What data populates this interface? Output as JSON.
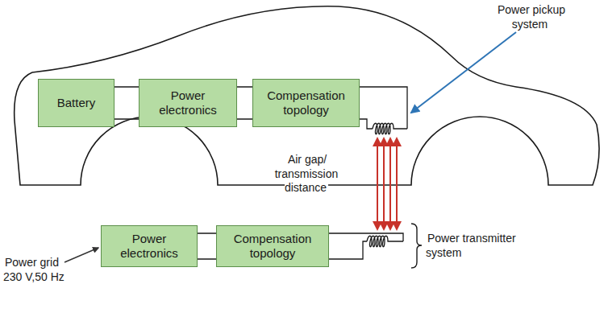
{
  "diagram": {
    "nodes": [
      {
        "text": [
          "Battery"
        ]
      },
      {
        "text": [
          "Power electronics"
        ]
      },
      {
        "text": [
          "Compensation topology"
        ]
      },
      {
        "text": [
          "Power electronics"
        ]
      },
      {
        "text": [
          "Compensation topology"
        ]
      }
    ],
    "edges": [
      {
        "from": 0,
        "to": 1,
        "arrow": "none"
      },
      {
        "from": 1,
        "to": 2,
        "arrow": "none"
      },
      {
        "from": 3,
        "to": 4,
        "arrow": "none"
      }
    ],
    "labels": [
      "Power pickup system",
      "Air gap/ transmission distance",
      "Power transmitter system",
      "Power grid 230 V,50 Hz"
    ]
  }
}
